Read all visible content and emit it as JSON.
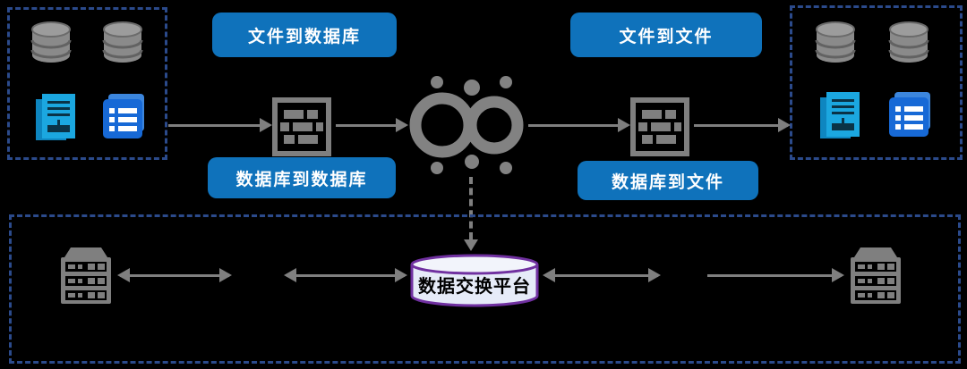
{
  "labels": {
    "file_to_db": "文件到数据库",
    "db_to_db": "数据库到数据库",
    "file_to_file": "文件到文件",
    "db_to_file": "数据库到文件",
    "platform": "数据交换平台"
  },
  "colors": {
    "background": "#000000",
    "button_bg": "#0f72bb",
    "button_text": "#ffffff",
    "dashed_box_border": "#2b4a8b",
    "connector_gray": "#7f7f7f",
    "db_icon_gray": "#8a8a8a",
    "document_icon_cyan": "#1ba7e0",
    "list_icon_blue": "#1769d6",
    "platform_outline": "#7030a0",
    "platform_fill": "#e6ebf8",
    "platform_text": "#000000"
  },
  "icons": {
    "source_box": [
      "database-icon",
      "database-icon",
      "document-icon",
      "list-icon"
    ],
    "target_box": [
      "database-icon",
      "database-icon",
      "document-icon",
      "list-icon"
    ],
    "middle_flow": [
      "table-icon",
      "infinity-sync-icon",
      "table-icon"
    ],
    "bottom_zone": [
      "server-icon",
      "platform-cylinder",
      "server-icon"
    ]
  }
}
